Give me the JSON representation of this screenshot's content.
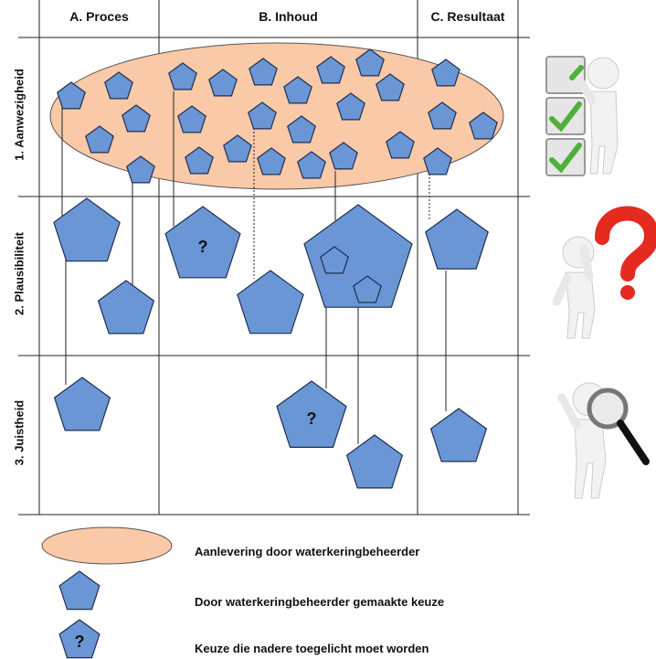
{
  "columns": [
    "A. Proces",
    "B. Inhoud",
    "C. Resultaat"
  ],
  "rows": [
    "1. Aanwezigheid",
    "2. Plausibiliteit",
    "3. Juistheid"
  ],
  "question_mark": "?",
  "legend": {
    "ellipse_label": "Aanlevering door waterkeringbeheerder",
    "pentagon_label": "Door waterkeringbeheerder gemaakte keuze",
    "question_pentagon_label": "Keuze die nadere toegelicht moet worden"
  },
  "colors": {
    "ellipse_fill": "#f9c9a8",
    "pentagon_fill": "#6b96d6",
    "checkmark": "#4fb03a",
    "question_red": "#e52a1f"
  },
  "icons": [
    "checklist-figure-icon",
    "question-figure-icon",
    "magnifier-figure-icon"
  ]
}
